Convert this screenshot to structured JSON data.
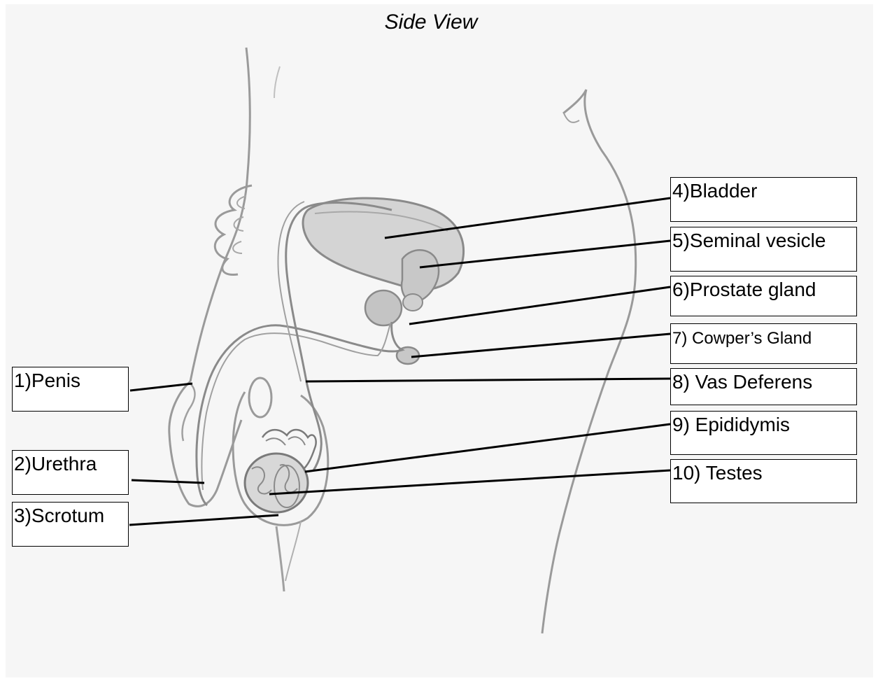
{
  "title": "Side View",
  "labels": {
    "penis": "1)Penis",
    "urethra": "2)Urethra",
    "scrotum": "3)Scrotum",
    "bladder": "4)Bladder",
    "seminal_vesicle": "5)Seminal vesicle",
    "prostate_gland": "6)Prostate gland",
    "cowpers_gland": "7) Cowper’s Gland",
    "vas_deferens": "8) Vas Deferens",
    "epididymis": "9) Epididymis",
    "testes": "10) Testes"
  },
  "colors": {
    "canvas": "#f6f6f6",
    "outline": "#8a8a8a",
    "shading": "#b8b8b8",
    "leader": "#000000"
  }
}
